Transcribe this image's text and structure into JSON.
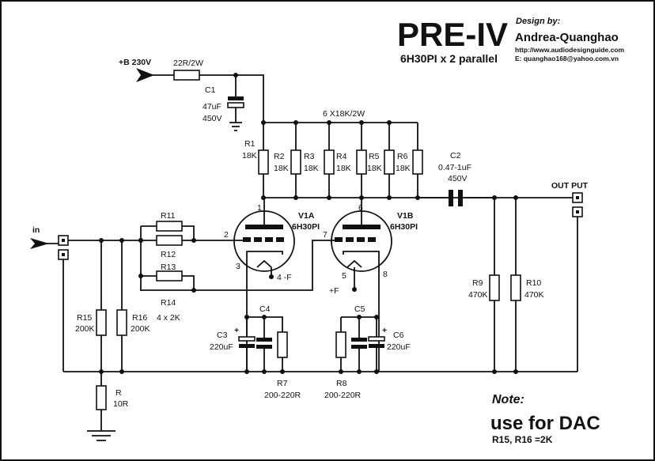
{
  "title": {
    "main": "PRE-IV",
    "tubes": "6H30PI x 2  parallel",
    "design_by": "Design by:",
    "author": "Andrea-Quanghao",
    "website": "http://www.audiodesignguide.com",
    "email": "E: quanghao168@yahoo.com.vn"
  },
  "supply": {
    "label": "+B 230V",
    "resistor": "22R/2W"
  },
  "c1": {
    "name": "C1",
    "value": "47uF",
    "voltage": "450V"
  },
  "anode_bank": {
    "label": "6 X18K/2W",
    "resistors": [
      {
        "name": "R1",
        "value": "18K"
      },
      {
        "name": "R2",
        "value": "18K"
      },
      {
        "name": "R3",
        "value": "18K"
      },
      {
        "name": "R4",
        "value": "18K"
      },
      {
        "name": "R5",
        "value": "18K"
      },
      {
        "name": "R6",
        "value": "18K"
      }
    ]
  },
  "c2": {
    "name": "C2",
    "value": "0.47-1uF",
    "voltage": "450V"
  },
  "output": {
    "label": "OUT PUT"
  },
  "input": {
    "label": "in"
  },
  "tube_a": {
    "name": "V1A",
    "type": "6H30PI",
    "pin_plate": "1",
    "pin_grid": "2",
    "pin_cathode": "3",
    "pin_heater": "4 -F"
  },
  "tube_b": {
    "name": "V1B",
    "type": "6H30PI",
    "pin_plate": "6",
    "pin_grid": "7",
    "pin_cathode": "8",
    "pin_heater": "5",
    "heater_label": "+F"
  },
  "grid_resistors": {
    "names": [
      "R11",
      "R12",
      "R13",
      "R14"
    ],
    "value": "4 x 2K"
  },
  "cathode_a": {
    "c3": {
      "name": "C3",
      "value": "220uF"
    },
    "c4": {
      "name": "C4"
    },
    "r7": {
      "name": "R7",
      "value": "200-220R"
    }
  },
  "cathode_b": {
    "c5": {
      "name": "C5"
    },
    "c6": {
      "name": "C6",
      "value": "220uF"
    },
    "r8": {
      "name": "R8",
      "value": "200-220R"
    }
  },
  "input_resistors": {
    "r15": {
      "name": "R15",
      "value": "200K"
    },
    "r16": {
      "name": "R16",
      "value": "200K"
    },
    "r": {
      "name": "R",
      "value": "10R"
    }
  },
  "output_resistors": {
    "r9": {
      "name": "R9",
      "value": "470K"
    },
    "r10": {
      "name": "R10",
      "value": "470K"
    }
  },
  "note": {
    "heading": "Note:",
    "use": "use for DAC",
    "detail": "R15, R16 =2K"
  }
}
